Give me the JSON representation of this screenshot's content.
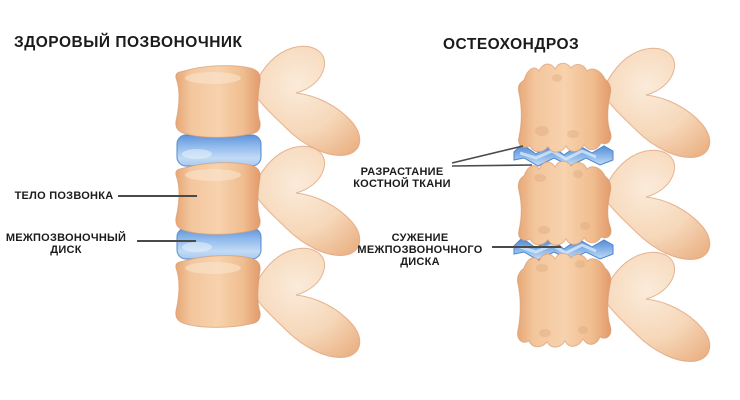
{
  "diagram": {
    "description": "Medical comparison illustration of a healthy spine versus osteochondrosis",
    "background_color": "#ffffff",
    "left_panel": {
      "title": "ЗДОРОВЫЙ ПОЗВОНОЧНИК",
      "labels": {
        "vertebra_body": "ТЕЛО ПОЗВОНКА",
        "disc_line1": "МЕЖПОЗВОНОЧНЫЙ",
        "disc_line2": "ДИСК"
      }
    },
    "right_panel": {
      "title": "ОСТЕОХОНДРОЗ",
      "labels": {
        "bone_growth_line1": "РАЗРАСТАНИЕ",
        "bone_growth_line2": "КОСТНОЙ ТКАНИ",
        "narrowing_line1": "СУЖЕНИЕ",
        "narrowing_line2": "МЕЖПОЗВОНОЧНОГО",
        "narrowing_line3": "ДИСКА"
      }
    },
    "colors": {
      "bone_main": "#F4C89F",
      "bone_edge": "#D79A6E",
      "bone_highlight": "#FBEBDA",
      "process_main": "#F6D8BA",
      "disc_light": "#BCD8F4",
      "disc_dark": "#5E93D8",
      "disc_outline": "#4E86CC",
      "leader_line": "#4a4a4a",
      "text": "#1c1c1c"
    }
  }
}
